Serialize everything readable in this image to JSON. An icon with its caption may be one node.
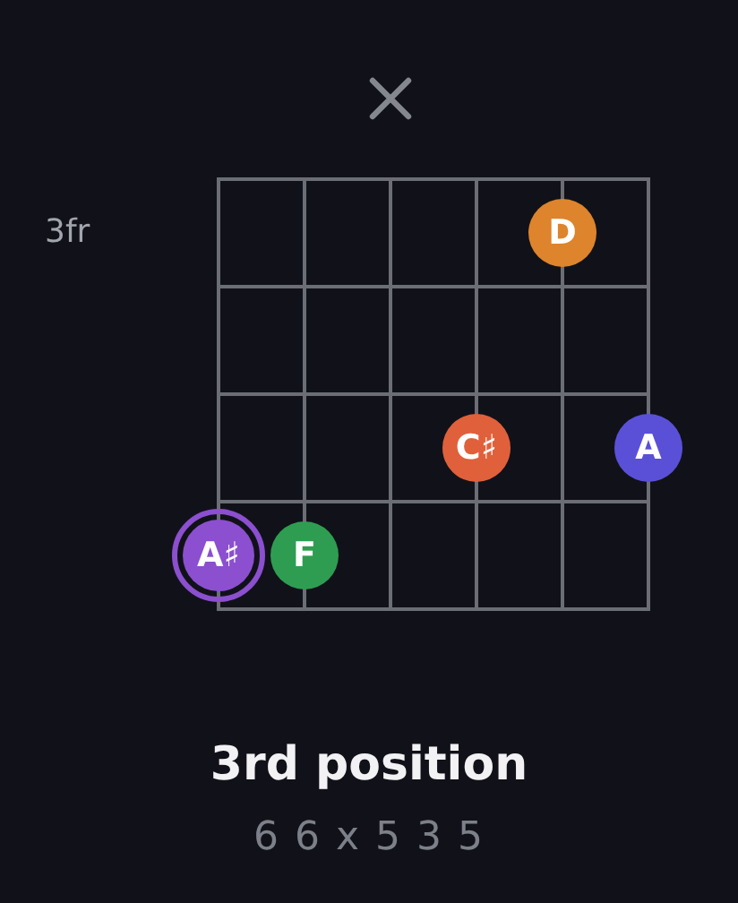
{
  "diagram": {
    "title": "3rd position",
    "nodes": [
      {
        "text": [
          "D"
        ]
      },
      {
        "text": [
          "C♯"
        ]
      },
      {
        "text": [
          "A"
        ]
      },
      {
        "text": [
          "A♯"
        ]
      },
      {
        "text": [
          "F"
        ]
      }
    ],
    "edges": [],
    "labels": [
      "3fr",
      "6 6 x 5 3 5"
    ]
  }
}
